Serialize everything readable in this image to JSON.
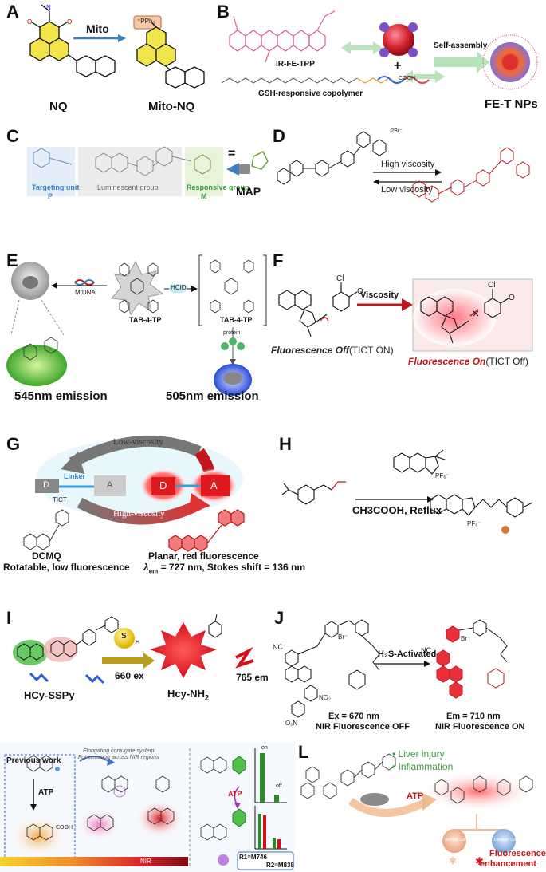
{
  "panels": {
    "A": {
      "letter": "A",
      "arrow_label": "Mito",
      "tpp_tag": "⁺PPh₃",
      "left_name": "NQ",
      "right_name": "Mito-NQ"
    },
    "B": {
      "letter": "B",
      "tpp_label": "IR-FE-TPP",
      "copolymer_label": "GSH-responsive copolymer",
      "self_assembly": "Self-assembly",
      "plus": "+",
      "np_label": "FE-T NPs",
      "cooh": "COOH"
    },
    "C": {
      "letter": "C",
      "targeting_unit": "Targeting unit",
      "targeting_p": "P",
      "luminescent": "Luminescent group",
      "responsive": "Responsive group",
      "responsive_m": "M",
      "equals": "=",
      "map_label": "MAP"
    },
    "D": {
      "letter": "D",
      "high": "High viscosity",
      "low": "Low viscosity",
      "charge": "·2Br⁻"
    },
    "E": {
      "letter": "E",
      "mtdna": "MtDNA",
      "tab_left": "TAB-4-TP",
      "hclo": "HClO",
      "tab_right": "TAB-4-TP",
      "protein": "protein",
      "em_left": "545nm emission",
      "em_right": "505nm emission"
    },
    "F": {
      "letter": "F",
      "viscosity": "Viscosity",
      "off_main": "Fluorescence Off",
      "off_sub": "(TICT ON)",
      "on_main": "Fluorescence On",
      "on_sub": "(TICT Off)",
      "cl": "Cl",
      "o": "O"
    },
    "G": {
      "letter": "G",
      "low_v": "Low-viscosity",
      "high_v": "High-viscosity",
      "linker": "Linker",
      "d": "D",
      "a": "A",
      "tict": "TICT",
      "dcmq": "DCMQ",
      "rotatable": "Rotatable, low fluorescence",
      "planar": "Planar, red fluorescence",
      "lambda": "λ",
      "em": "em",
      "em_rest": " = 727 nm, Stokes shift = 136 nm"
    },
    "H": {
      "letter": "H",
      "conditions": "CH3COOH, Reflux",
      "pf6": "PF₆⁻"
    },
    "I": {
      "letter": "I",
      "left_name": "HCy-SSPy",
      "ex": "660 ex",
      "right_name": "Hcy-NH",
      "right_sub": "2",
      "em": "765 em",
      "s": "S",
      "h": "H"
    },
    "J": {
      "letter": "J",
      "activated": "H₂S-Activated",
      "ex_val": "Ex = 670 nm",
      "off": "NIR Fluorescence OFF",
      "em_val": "Em = 710 nm",
      "on": "NIR Fluorescence ON",
      "br": "Br⁻",
      "nc": "NC",
      "no2": "NO₂",
      "o2n": "O₂N"
    },
    "K": {
      "letter": "K",
      "previous": "Previous work",
      "elongating": "Elongating conjugate system",
      "elongating2": "For emission across NIR regions",
      "atp": "ATP",
      "cooh": "COOH",
      "nir": "NIR",
      "off": "off",
      "on": "on",
      "r1": "R1=M746",
      "r2": "R2=M838"
    },
    "L": {
      "letter": "L",
      "liver": "Liver injury",
      "inflammation": "Inflammation",
      "atp": "ATP",
      "fluorescence": "Fluorescence",
      "enhancement": "enhancement",
      "normal": "Normal Cells",
      "disease": "Disease Cells"
    }
  },
  "colors": {
    "red": "#c0161c",
    "green": "#3c9a3c",
    "blue": "#3b7fbf",
    "yellow": "#f2e54a",
    "orange": "#f08a2a"
  }
}
